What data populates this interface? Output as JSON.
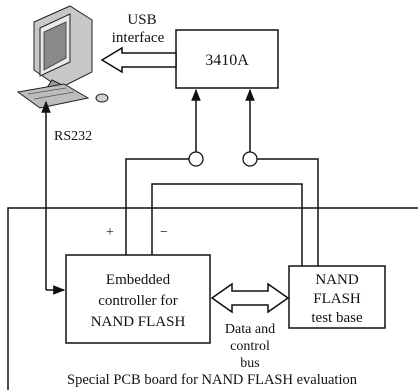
{
  "diagram": {
    "usb_label_line1": "USB",
    "usb_label_line2": "interface",
    "device_label": "3410A",
    "rs232_label": "RS232",
    "plus_label": "+",
    "minus_label": "−",
    "controller_line1": "Embedded",
    "controller_line2": "controller for",
    "controller_line3": "NAND FLASH",
    "test_base_line1": "NAND",
    "test_base_line2": "FLASH",
    "test_base_line3": "test base",
    "bus_line1": "Data and",
    "bus_line2": "control",
    "bus_line3": "bus",
    "board_caption": "Special PCB board for NAND FLASH evaluation"
  },
  "icons": [
    "computer-icon"
  ]
}
